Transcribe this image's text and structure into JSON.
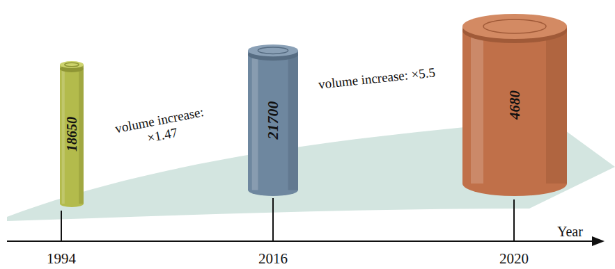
{
  "diagram": {
    "nodes": [
      {
        "text": [
          "18650"
        ]
      },
      {
        "text": [
          "21700"
        ]
      },
      {
        "text": [
          "4680"
        ]
      }
    ],
    "edges": [],
    "labels": [
      "volume increase: ×1.47",
      "volume increase: ×5.5",
      "1994",
      "2016",
      "2020",
      "Year"
    ]
  }
}
